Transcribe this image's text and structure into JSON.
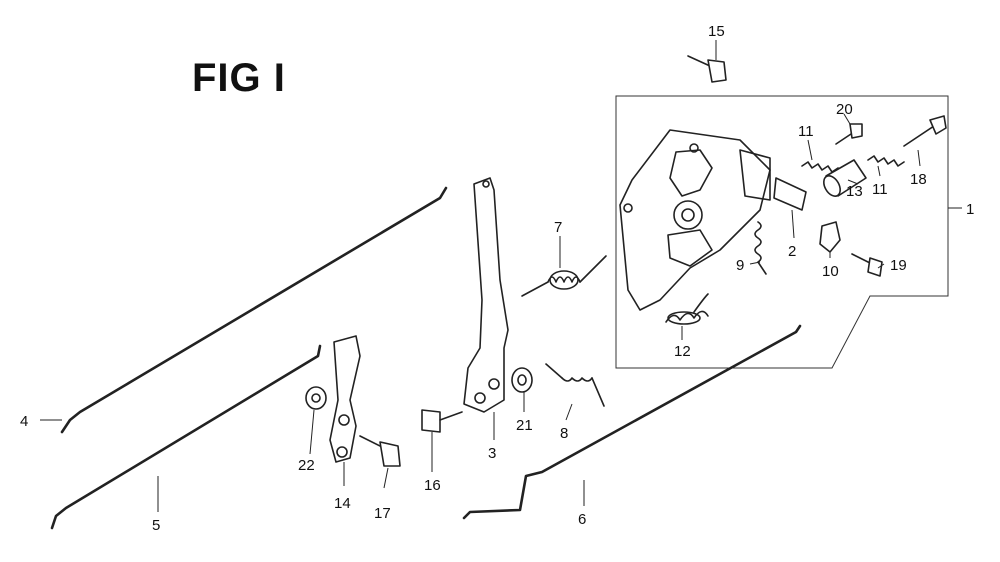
{
  "figure": {
    "title": "FIG I",
    "labels": [
      "1",
      "2",
      "3",
      "4",
      "5",
      "6",
      "7",
      "8",
      "9",
      "10",
      "11",
      "11",
      "12",
      "13",
      "14",
      "15",
      "16",
      "17",
      "18",
      "19",
      "20",
      "21",
      "22"
    ]
  }
}
